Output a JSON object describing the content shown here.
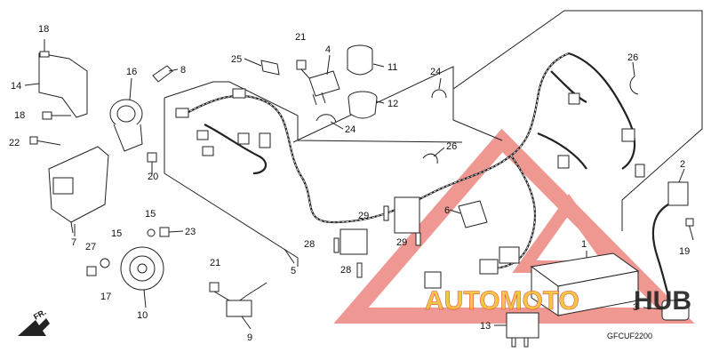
{
  "diagram_code": "GFCUF2200",
  "direction_label": "FR.",
  "watermark": {
    "text_a": "AUTOMOTO",
    "text_b": "HUB",
    "color_primary": "#e2443a",
    "color_secondary": "#f2c230"
  },
  "callouts": {
    "p1": "1",
    "p2": "2",
    "p3": "3",
    "p4": "4",
    "p5": "5",
    "p6": "6",
    "p7": "7",
    "p8": "8",
    "p9": "9",
    "p10": "10",
    "p11": "11",
    "p12": "12",
    "p13": "13",
    "p14": "14",
    "p15a": "15",
    "p15b": "15",
    "p16": "16",
    "p17": "17",
    "p18a": "18",
    "p18b": "18",
    "p19": "19",
    "p20": "20",
    "p21a": "21",
    "p21b": "21",
    "p22": "22",
    "p23": "23",
    "p24a": "24",
    "p24b": "24",
    "p25": "25",
    "p26a": "26",
    "p26b": "26",
    "p27": "27",
    "p28a": "28",
    "p28b": "28",
    "p29a": "29",
    "p29b": "29"
  }
}
